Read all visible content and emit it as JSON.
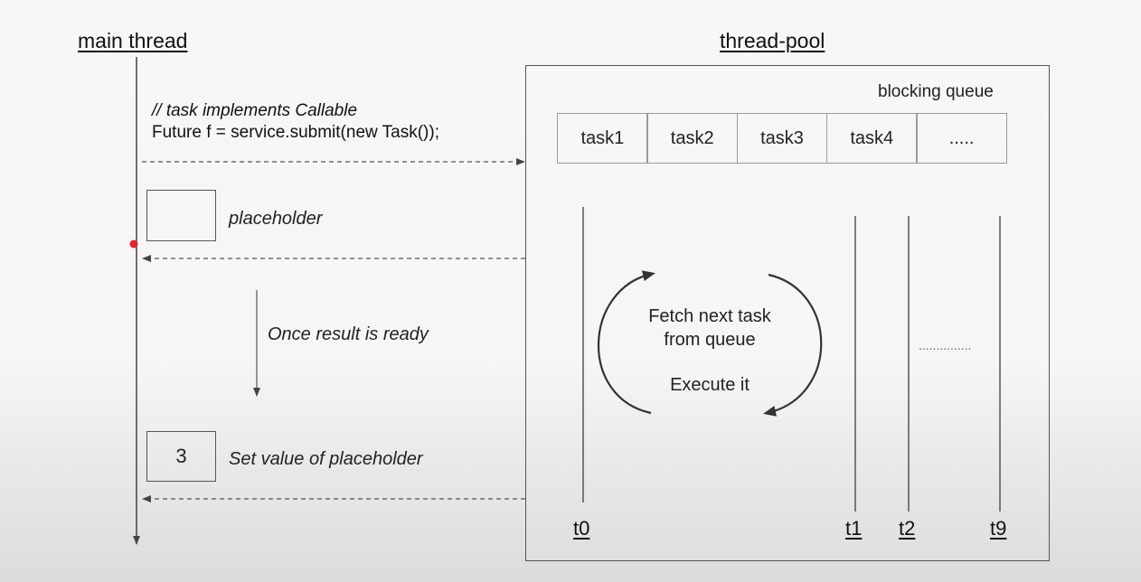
{
  "main_thread": {
    "title": "main thread",
    "code_comment": "// task implements Callable",
    "code_line": "Future f =  service.submit(new Task());",
    "placeholder_label": "placeholder",
    "placeholder_value": "",
    "ready_label": "Once result is ready",
    "result_value": "3",
    "set_value_label": "Set value of placeholder"
  },
  "thread_pool": {
    "title": "thread-pool",
    "queue_label": "blocking queue",
    "queue_cells": [
      "task1",
      "task2",
      "task3",
      "task4",
      "....."
    ],
    "cycle_line1": "Fetch next task",
    "cycle_line2": "from queue",
    "cycle_line3": "Execute it",
    "threads": [
      "t0",
      "t1",
      "t2",
      "t9"
    ],
    "threads_ellipsis": "..............."
  },
  "colors": {
    "marker": "#e8202a",
    "line": "#444444",
    "dashed": "#555555"
  }
}
